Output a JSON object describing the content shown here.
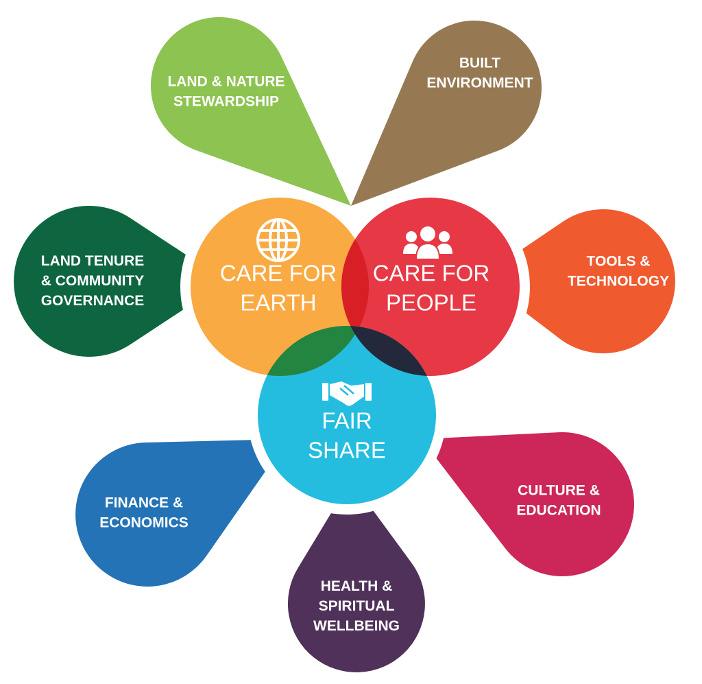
{
  "colors": {
    "background": "#ffffff",
    "land_nature": "#8dc351",
    "built_environment": "#967952",
    "tools_technology": "#ef5a2e",
    "culture_education": "#cc2758",
    "health_wellbeing": "#4f3159",
    "finance_economics": "#2373b6",
    "land_tenure": "#0e6641",
    "care_for_earth": "#f9aa43",
    "care_for_people": "#e73845",
    "fair_share": "#24bddf",
    "overlap_earth_people": "#d81f26",
    "overlap_earth_share": "#23853f",
    "overlap_people_share": "#23283a"
  },
  "petals": [
    {
      "id": "land-nature",
      "color_key": "land_nature",
      "icon": null,
      "lines": [
        "LAND & NATURE",
        "STEWARDSHIP"
      ]
    },
    {
      "id": "built-environment",
      "color_key": "built_environment",
      "icon": null,
      "lines": [
        "BUILT",
        "ENVIRONMENT"
      ]
    },
    {
      "id": "tools-technology",
      "color_key": "tools_technology",
      "icon": null,
      "lines": [
        "TOOLS &",
        "TECHNOLOGY"
      ]
    },
    {
      "id": "culture-education",
      "color_key": "culture_education",
      "icon": null,
      "lines": [
        "CULTURE &",
        "EDUCATION"
      ]
    },
    {
      "id": "health-wellbeing",
      "color_key": "health_wellbeing",
      "icon": null,
      "lines": [
        "HEALTH &",
        "SPIRITUAL",
        "WELLBEING"
      ]
    },
    {
      "id": "finance-economics",
      "color_key": "finance_economics",
      "icon": null,
      "lines": [
        "FINANCE &",
        "ECONOMICS"
      ]
    },
    {
      "id": "land-tenure",
      "color_key": "land_tenure",
      "icon": null,
      "lines": [
        "LAND TENURE",
        "& COMMUNITY",
        "GOVERNANCE"
      ]
    }
  ],
  "centers": [
    {
      "id": "care-for-earth",
      "color_key": "care_for_earth",
      "icon": "globe-icon",
      "lines": [
        "CARE FOR",
        "EARTH"
      ]
    },
    {
      "id": "care-for-people",
      "color_key": "care_for_people",
      "icon": "people-icon",
      "lines": [
        "CARE FOR",
        "PEOPLE"
      ]
    },
    {
      "id": "fair-share",
      "color_key": "fair_share",
      "icon": "handshake-icon",
      "lines": [
        "FAIR",
        "SHARE"
      ]
    }
  ]
}
